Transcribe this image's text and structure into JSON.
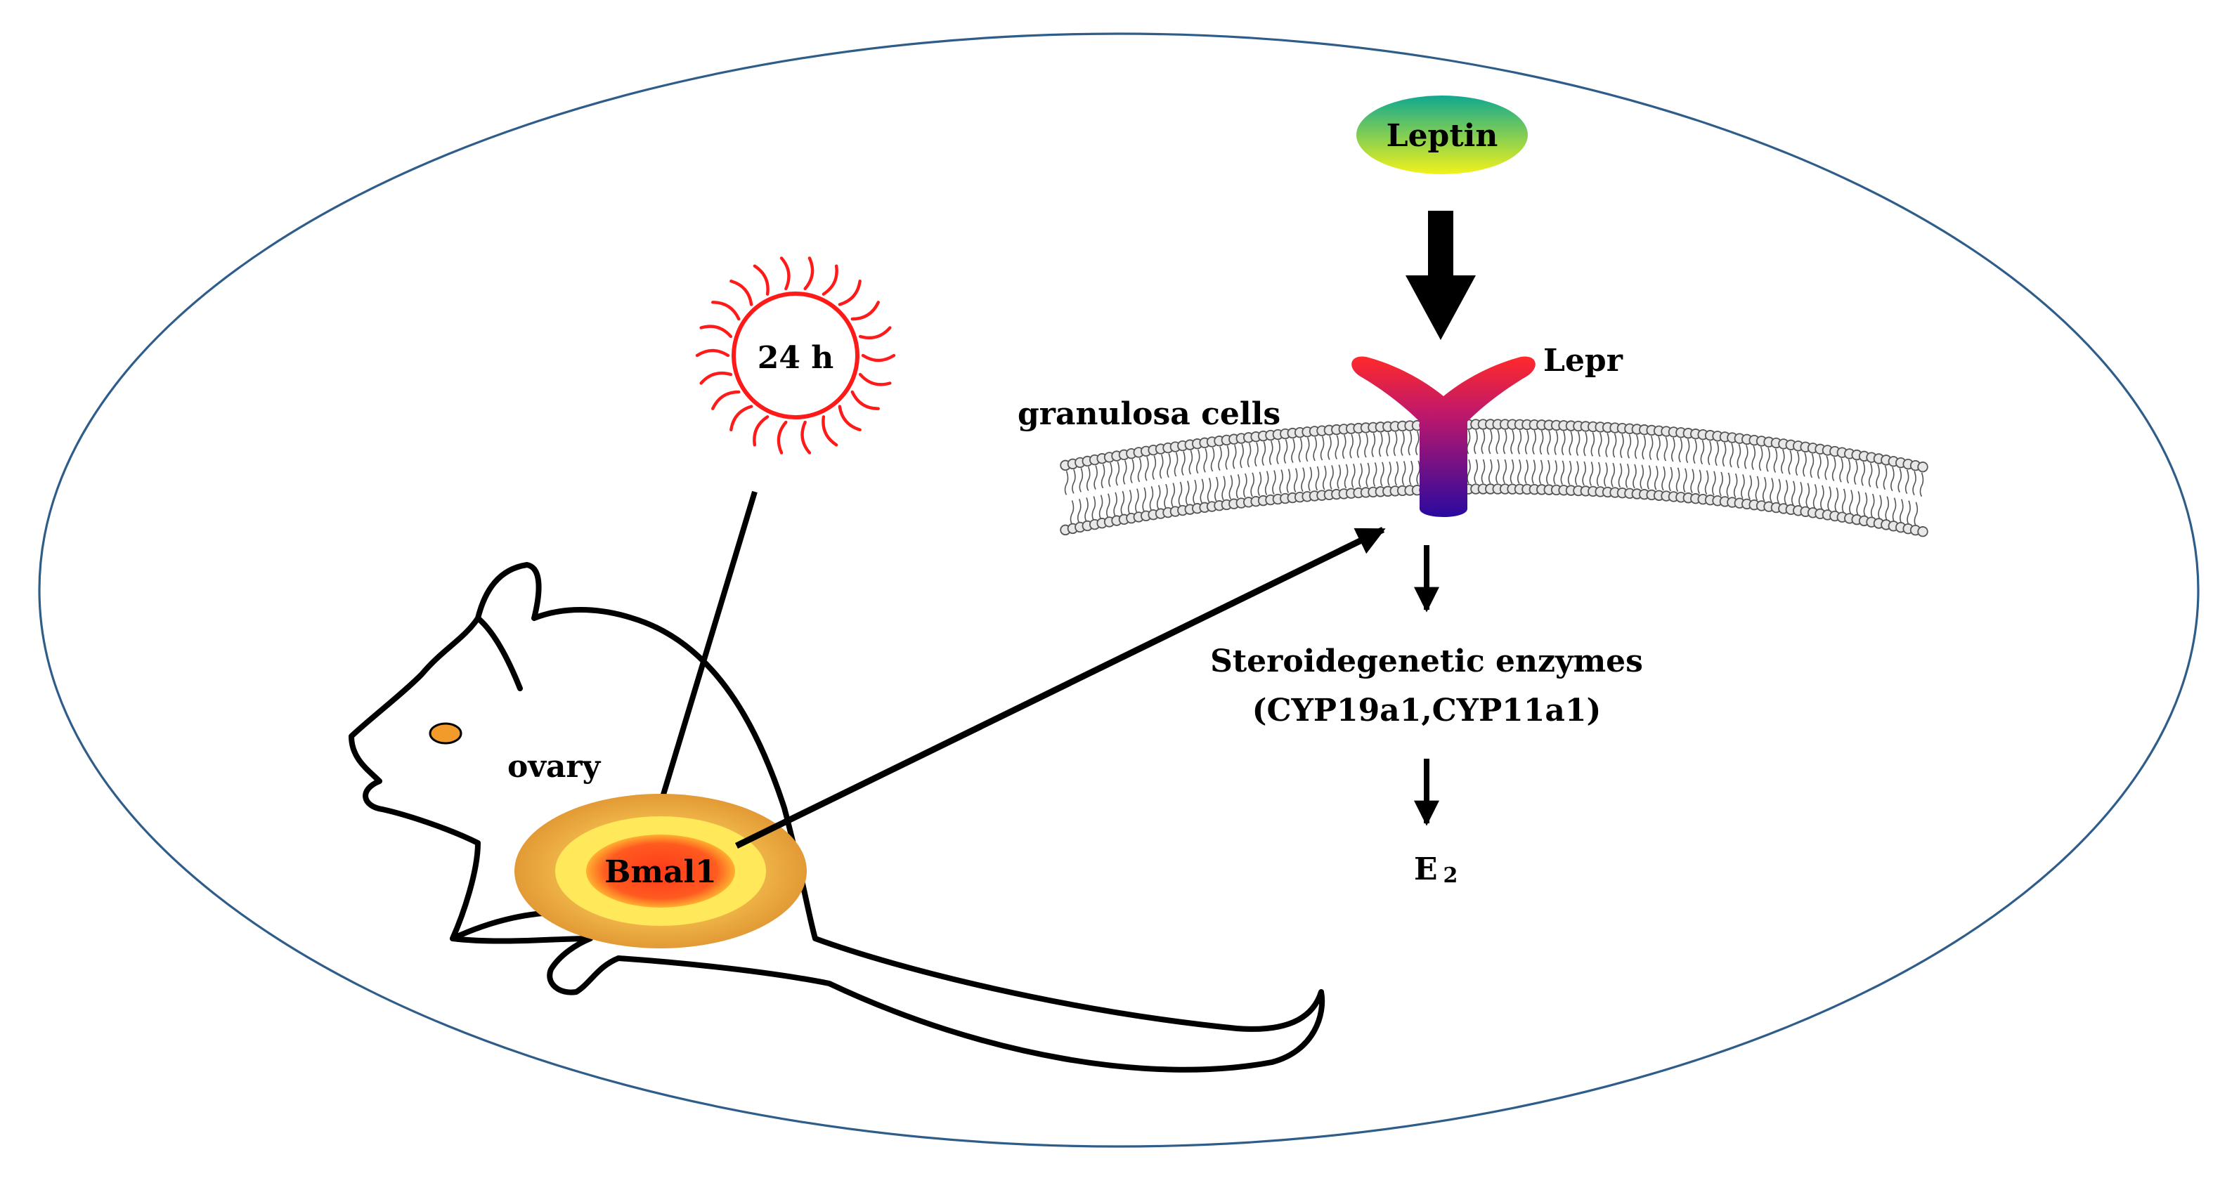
{
  "labels": {
    "leptin": "Leptin",
    "lepr": "Lepr",
    "granulosa": "granulosa cells",
    "enzymes_line1": "Steroidegenetic enzymes",
    "enzymes_line2": "(CYP19a1,CYP11a1)",
    "estradiol_base": "E",
    "estradiol_sub": "2",
    "clock": "24 h",
    "ovary": "ovary",
    "bmal1": "Bmal1"
  },
  "colors": {
    "frame_stroke": "#2f5d8a",
    "clock_red": "#ff1a1a",
    "leptin_top": "#10a890",
    "leptin_bottom": "#f2f21a",
    "receptor_ends": "#ff2a2a",
    "receptor_stem": "#2a0aa0",
    "ovary_outer": "#e8a640",
    "ovary_ring": "#ffe95a",
    "bmal1_center": "#ff3a1a",
    "arrow": "#000000"
  },
  "icons": [
    "sun-clock-icon",
    "mouse-outline-icon",
    "lipid-bilayer-icon",
    "receptor-y-icon"
  ]
}
